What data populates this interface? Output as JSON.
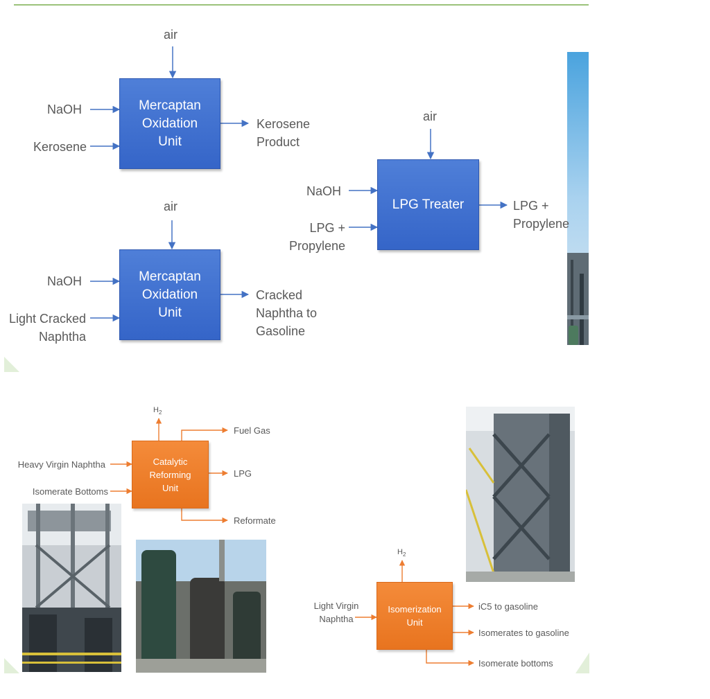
{
  "mox1": {
    "air": "air",
    "inputs": [
      "NaOH",
      "Kerosene"
    ],
    "unit": "Mercaptan Oxidation Unit",
    "output": "Kerosene Product"
  },
  "mox2": {
    "air": "air",
    "inputs": [
      "NaOH",
      "Light Cracked Naphtha"
    ],
    "unit": "Mercaptan Oxidation Unit",
    "output": "Cracked Naphtha to Gasoline"
  },
  "lpg": {
    "air": "air",
    "inputs": [
      "NaOH",
      "LPG + Propylene"
    ],
    "unit": "LPG Treater",
    "output": "LPG + Propylene"
  },
  "reformer": {
    "h2": "H",
    "h2_sub": "2",
    "inputs": [
      "Heavy Virgin Naphtha",
      "Isomerate Bottoms"
    ],
    "unit": "Catalytic Reforming Unit",
    "outputs": [
      "Fuel Gas",
      "LPG",
      "Reformate"
    ]
  },
  "isom": {
    "h2": "H",
    "h2_sub": "2",
    "input": "Light Virgin Naphtha",
    "unit": "Isomerization Unit",
    "outputs": [
      "iC5 to gasoline",
      "Isomerates to gasoline",
      "Isomerate bottoms"
    ]
  },
  "colors": {
    "blue_line": "#4472c4",
    "orange_line": "#ed7d31",
    "rule": "#9bc27a",
    "corner": "#e2efd9"
  }
}
